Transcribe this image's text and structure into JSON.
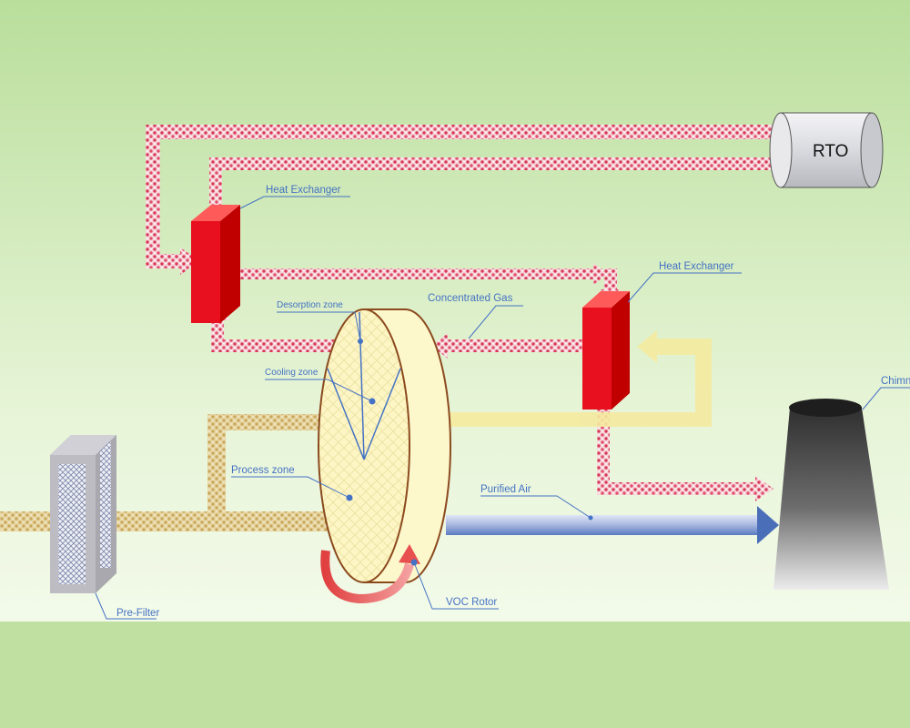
{
  "labels": {
    "rto": "RTO",
    "heat_exchanger_1": "Heat Exchanger",
    "heat_exchanger_2": "Heat Exchanger",
    "concentrated_gas": "Concentrated Gas",
    "desorption_zone": "Desorption zone",
    "cooling_zone": "Cooling zone",
    "process_zone": "Process zone",
    "purified_air": "Purified Air",
    "voc_rotor": "VOC Rotor",
    "pre_filter": "Pre-Filter",
    "chimney": "Chimn"
  },
  "colors": {
    "background_top": "#b8de9a",
    "background_mid": "#f0f8e4",
    "background_bottom_band": "#bfe0a0",
    "hot_gas_red": "#d9455f",
    "hot_gas_pink": "#f4d2d8",
    "process_air_tan": "#d8c080",
    "cooling_air_yellow": "#f5eba0",
    "heat_exchanger_red": "#e8101e",
    "rotor_face": "#fdf7c8",
    "rotor_edge": "#8b4a1e",
    "purified_air_blue": "#4a6fb8",
    "label_blue": "#4472c4"
  }
}
